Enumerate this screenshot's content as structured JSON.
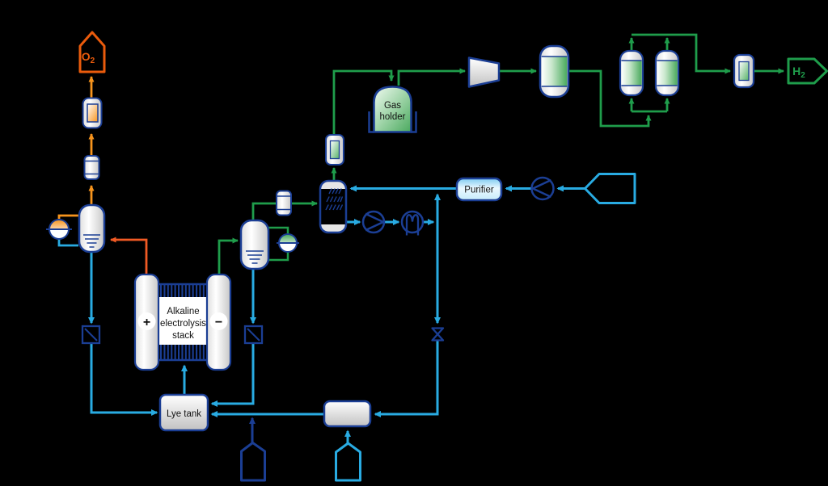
{
  "diagram": {
    "type": "process-flow-diagram",
    "subject": "Alkaline water electrolysis hydrogen plant",
    "background_color": "#000000",
    "stream_colors": {
      "oxygen_product": "#F7941D",
      "oxygen_hot": "#F15A24",
      "hydrogen": "#1F9D4B",
      "water_lye": "#29ABE2",
      "equipment_outline": "#1B3E94"
    },
    "labels": {
      "o2_main": "O",
      "o2_sub": "2",
      "h2_main": "H",
      "h2_sub": "2",
      "gas_holder_line1": "Gas",
      "gas_holder_line2": "holder",
      "purifier": "Purifier",
      "lye_tank": "Lye tank",
      "stack_line1": "Alkaline",
      "stack_line2": "electrolysis",
      "stack_line3": "stack",
      "anode_sign": "+",
      "cathode_sign": "−"
    }
  }
}
